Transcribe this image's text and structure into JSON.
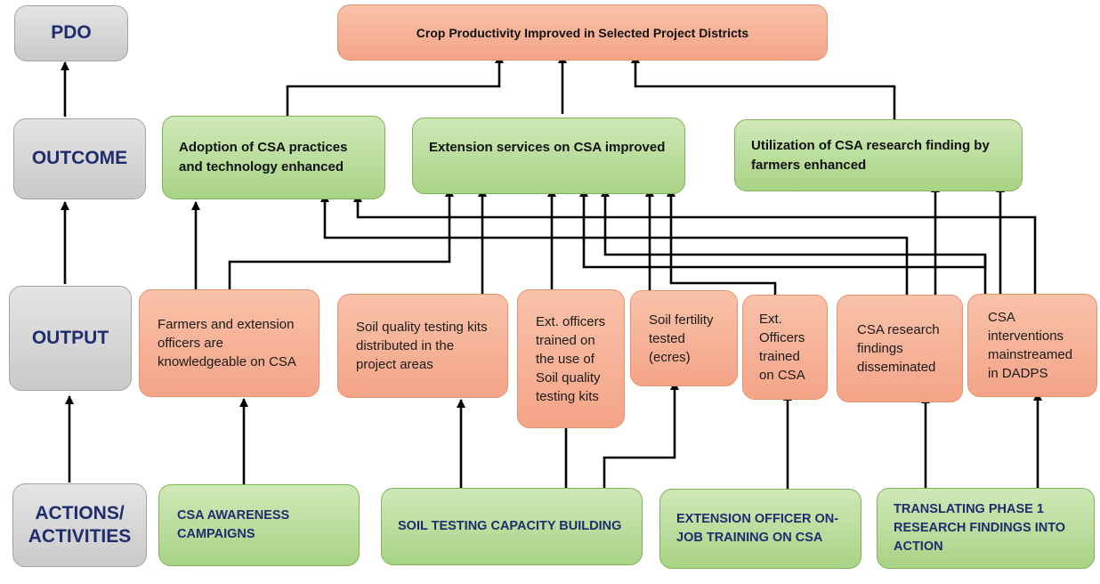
{
  "levels": {
    "pdo": "PDO",
    "outcome": "OUTCOME",
    "output": "OUTPUT",
    "actions_line1": "ACTIONS/",
    "actions_line2": "ACTIVITIES"
  },
  "pdo_box": "Crop Productivity Improved in Selected Project Districts",
  "outcomes": {
    "adoption": "Adoption of CSA practices and technology enhanced",
    "extension": "Extension services on CSA improved",
    "utilization": "Utilization of CSA research finding by farmers enhanced"
  },
  "outputs": {
    "farmers_knowledgeable": "Farmers and extension officers are knowledgeable on CSA",
    "soil_kits": "Soil quality testing kits distributed in the project areas",
    "ext_trained_kits": "Ext. officers trained on the use of Soil quality testing kits",
    "soil_fertility": "Soil fertility tested (ecres)",
    "ext_trained_csa": "Ext. Officers trained on CSA",
    "csa_findings": "CSA research findings disseminated",
    "csa_interventions": "CSA interventions mainstreamed in DADPS"
  },
  "actions": {
    "awareness": "CSA AWARENESS CAMPAIGNS",
    "soil_testing": "SOIL TESTING CAPACITY BUILDING",
    "ext_training": "EXTENSION OFFICER ON-JOB TRAINING ON CSA",
    "translating": "TRANSLATING PHASE 1 RESEARCH FINDINGS INTO ACTION"
  },
  "colors": {
    "level_fill": "#d6d6d6",
    "level_text": "#1f2d6e",
    "output_fill": "#f6b093",
    "green_fill": "#b9dc9a",
    "arrow": "#000000"
  }
}
